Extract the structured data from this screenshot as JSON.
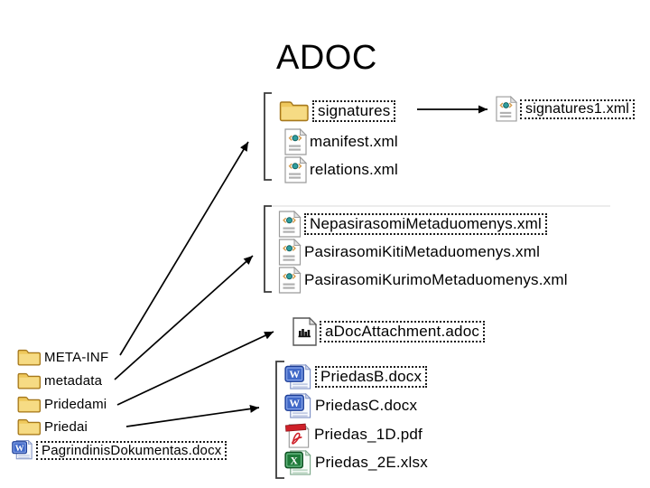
{
  "title": "ADOC",
  "colors": {
    "folder_yellow": "#EFC85C",
    "folder_outline": "#A5781E",
    "xml_teal": "#2E9E9E",
    "word_blue": "#4169C8",
    "pdf_red": "#CE2029",
    "excel_green": "#1E7A39",
    "arrow": "#000000",
    "label": "#000000"
  },
  "icons": {
    "word_letter": "W",
    "excel_letter": "X"
  },
  "left_panel": {
    "items": [
      {
        "label": "META-INF",
        "icon": "folder-icon",
        "selected": false
      },
      {
        "label": "metadata",
        "icon": "folder-icon",
        "selected": false
      },
      {
        "label": "Pridedami",
        "icon": "folder-icon",
        "selected": false
      },
      {
        "label": "Priedai",
        "icon": "folder-icon",
        "selected": false
      },
      {
        "label": "PagrindinisDokumentas.docx",
        "icon": "word-file-icon",
        "selected": true
      }
    ]
  },
  "groups": {
    "meta_inf_group": {
      "items": [
        {
          "label": "signatures",
          "icon": "folder-icon",
          "selected": true
        },
        {
          "label": "manifest.xml",
          "icon": "xml-file-icon",
          "selected": false
        },
        {
          "label": "relations.xml",
          "icon": "xml-file-icon",
          "selected": false
        }
      ]
    },
    "signatures_target": {
      "label": "signatures1.xml",
      "icon": "xml-file-icon",
      "selected": true
    },
    "metadata_group": {
      "items": [
        {
          "label": "NepasirasomiMetaduomenys.xml",
          "icon": "xml-file-icon",
          "selected": true
        },
        {
          "label": "PasirasomiKitiMetaduomenys.xml",
          "icon": "xml-file-icon",
          "selected": false
        },
        {
          "label": "PasirasomiKurimoMetaduomenys.xml",
          "icon": "xml-file-icon",
          "selected": false
        }
      ]
    },
    "attachment": {
      "label": "aDocAttachment.adoc",
      "icon": "adoc-file-icon",
      "selected": true
    },
    "priedai_group": {
      "items": [
        {
          "label": "PriedasB.docx",
          "icon": "word-file-icon",
          "selected": true
        },
        {
          "label": "PriedasC.docx",
          "icon": "word-file-icon",
          "selected": false
        },
        {
          "label": "Priedas_1D.pdf",
          "icon": "pdf-file-icon",
          "selected": false
        },
        {
          "label": "Priedas_2E.xlsx",
          "icon": "excel-file-icon",
          "selected": false
        }
      ]
    }
  },
  "connections": [
    {
      "from": "signatures",
      "to": "signatures1.xml"
    },
    {
      "from": "META-INF",
      "to": "meta-inf-group"
    },
    {
      "from": "metadata",
      "to": "metadata-group"
    },
    {
      "from": "Pridedami",
      "to": "aDocAttachment.adoc"
    },
    {
      "from": "Priedai",
      "to": "priedai-group"
    }
  ]
}
